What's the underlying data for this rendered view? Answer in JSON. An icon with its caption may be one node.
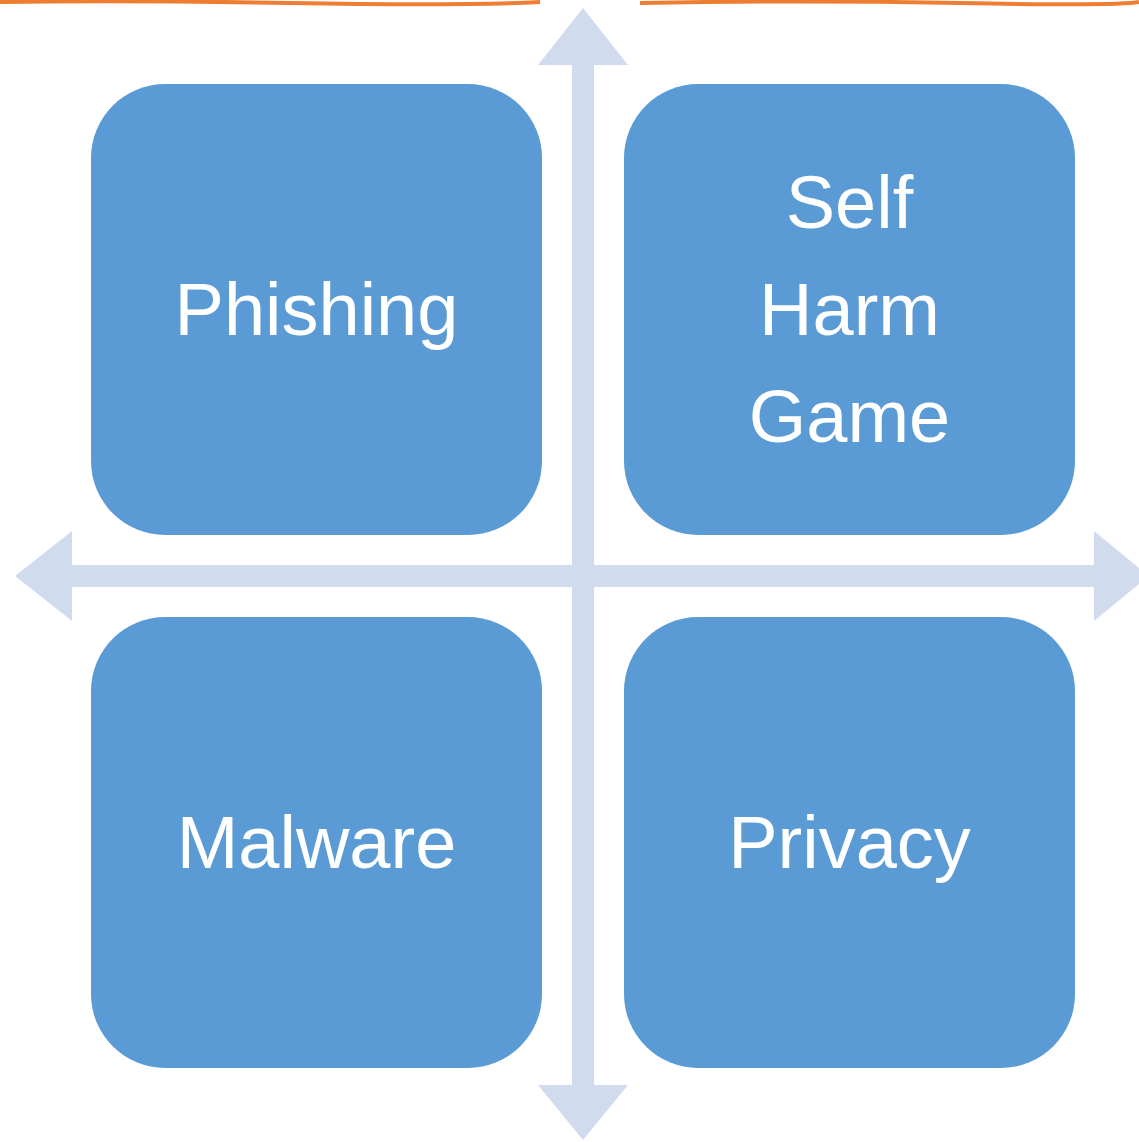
{
  "diagram": {
    "nodes": [
      {
        "text": [
          "Phishing"
        ]
      },
      {
        "text": [
          "Self Harm Game"
        ]
      },
      {
        "text": [
          "Malware"
        ]
      },
      {
        "text": [
          "Privacy"
        ]
      }
    ]
  }
}
